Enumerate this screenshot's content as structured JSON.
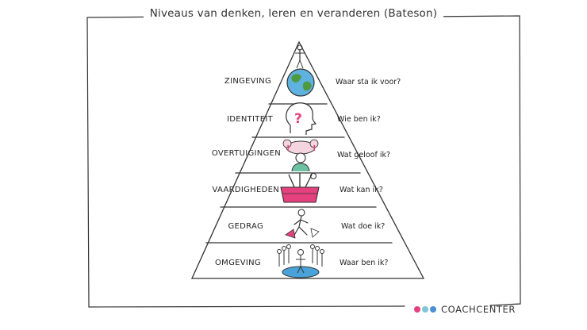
{
  "title": "Niveaus van denken, leren en veranderen (Bateson)",
  "levels": [
    {
      "label": "ZINGEVING",
      "question": "Waar sta ik voor?",
      "icon": "globe-with-figure-icon"
    },
    {
      "label": "IDENTITEIT",
      "question": "Wie ben ik?",
      "icon": "head-question-mark-icon"
    },
    {
      "label": "OVERTUIGINGEN",
      "question": "Wat geloof ik?",
      "icon": "thinking-person-icon"
    },
    {
      "label": "VAARDIGHEDEN",
      "question": "Wat kan ik?",
      "icon": "toolbox-icon"
    },
    {
      "label": "GEDRAG",
      "question": "Wat doe ik?",
      "icon": "walking-figure-icon"
    },
    {
      "label": "OMGEVING",
      "question": "Waar ben ik?",
      "icon": "crowd-on-platform-icon"
    }
  ],
  "brand": {
    "name": "COACHCENTER",
    "dot_colors": [
      "#e6417f",
      "#7fc6d8",
      "#4b8fd6"
    ]
  },
  "colors": {
    "accent_pink": "#e6417f",
    "accent_blue": "#4aa3d8",
    "line": "#333333"
  }
}
